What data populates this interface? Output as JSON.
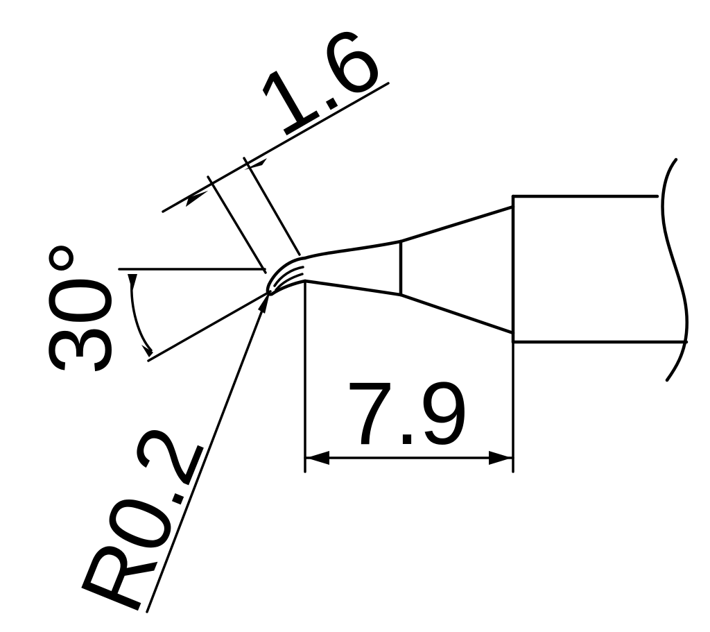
{
  "dimensions": {
    "width_label": "1.6",
    "angle_label": "30°",
    "radius_label": "R0.2",
    "length_label": "7.9"
  },
  "colors": {
    "line": "#000000",
    "background": "#ffffff"
  }
}
